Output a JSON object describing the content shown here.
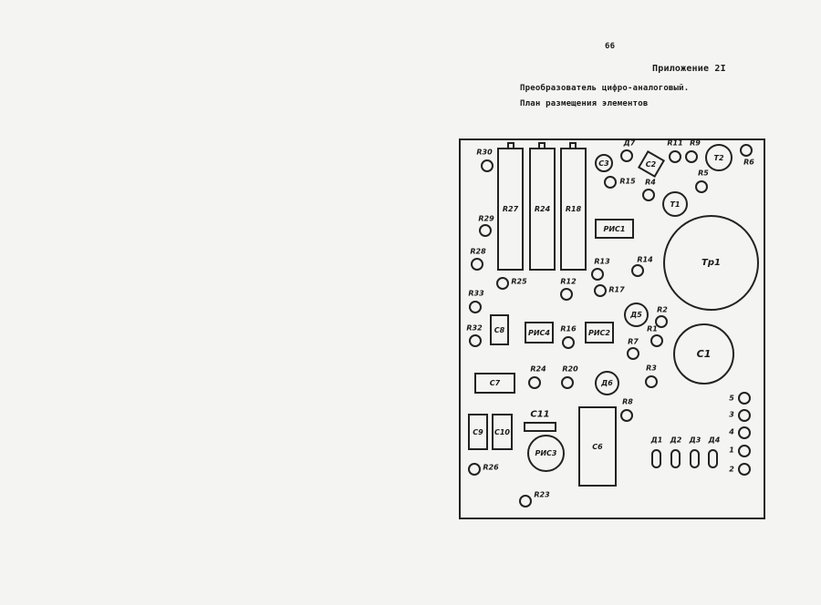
{
  "page_number": "66",
  "appendix": "Приложение 2I",
  "title": "Преобразователь цифро-аналоговый.",
  "subtitle": "План размещения элементов",
  "components": {
    "R30": "R30",
    "R27": "R27",
    "R24a": "R24",
    "R18": "R18",
    "R29": "R29",
    "R28": "R28",
    "R25": "R25",
    "R33": "R33",
    "C8": "C8",
    "R32": "R32",
    "RIS4": "РИС4",
    "R16": "R16",
    "RIS2": "РИС2",
    "R7": "R7",
    "R1": "R1",
    "R2": "R2",
    "D5": "Д5",
    "C1": "C1",
    "C7": "C7",
    "R24b": "R24",
    "R20": "R20",
    "D6": "Д6",
    "R3": "R3",
    "R8": "R8",
    "C6": "C6",
    "C11": "C11",
    "RIS3": "РИС3",
    "C9": "C9",
    "C10": "C10",
    "R26": "R26",
    "R23": "R23",
    "D1": "Д1",
    "D2": "Д2",
    "D3": "Д3",
    "D4": "Д4",
    "C3": "C3",
    "D7": "Д7",
    "C2": "C2",
    "R11": "R11",
    "R9": "R9",
    "T2": "T2",
    "R6": "R6",
    "R5": "R5",
    "R15": "R15",
    "R4": "R4",
    "T1": "T1",
    "RIS1": "РИС1",
    "Tp1": "Tp1",
    "R13": "R13",
    "R14": "R14",
    "R17": "R17",
    "R12": "R12"
  },
  "pins": [
    "5",
    "3",
    "4",
    "1",
    "2"
  ]
}
